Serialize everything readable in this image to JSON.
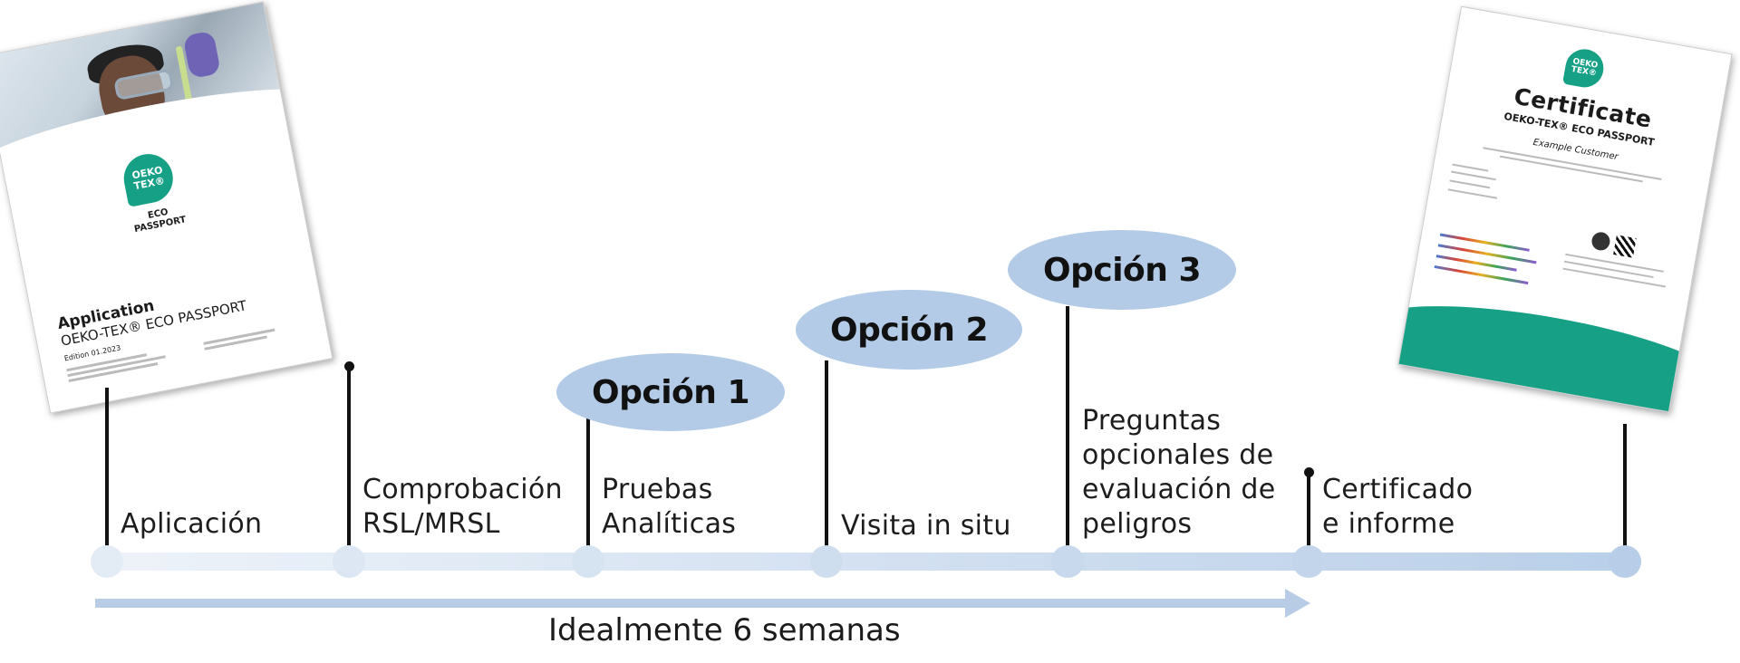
{
  "steps": [
    {
      "label_lines": [
        "Aplicación"
      ]
    },
    {
      "label_lines": [
        "Comprobación",
        "RSL/MRSL"
      ]
    },
    {
      "label_lines": [
        "Pruebas",
        "Analíticas"
      ]
    },
    {
      "label_lines": [
        "Visita in situ"
      ]
    },
    {
      "label_lines": [
        "Preguntas",
        "opcionales de",
        "evaluación de",
        "peligros"
      ]
    },
    {
      "label_lines": [
        "Certificado",
        "e informe"
      ]
    }
  ],
  "options": [
    {
      "label": "Opción 1"
    },
    {
      "label": "Opción 2"
    },
    {
      "label": "Opción 3"
    }
  ],
  "duration": "Idealmente 6 semanas",
  "application_doc": {
    "logo": "OEKO TEX®",
    "eco_passport": "ECO\nPASSPORT",
    "title": "Application",
    "subtitle": "OEKO-TEX® ECO PASSPORT",
    "edition": "Edition 01.2023"
  },
  "certificate_doc": {
    "logo": "OEKO TEX®",
    "title": "Certificate",
    "subtitle": "OEKO-TEX® ECO PASSPORT",
    "customer": "Example Customer"
  },
  "colors": {
    "option_fill": "#b3cbe6",
    "bar_start": "#eef3f9",
    "bar_end": "#b9cfe9",
    "arrow": "#b8cce6",
    "brand_green": "#16a085"
  }
}
